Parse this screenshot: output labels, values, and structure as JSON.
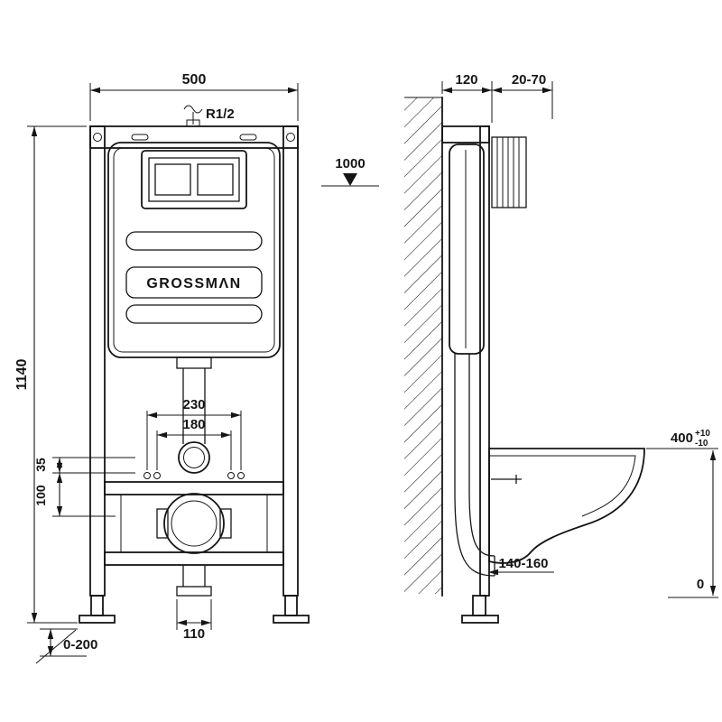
{
  "drawing": {
    "brand": "GROSSMΛN",
    "front": {
      "width": "500",
      "inlet": "R1/2",
      "height": "1140",
      "level": "1000",
      "bolt_outer": "230",
      "bolt_inner": "180",
      "offset_35": "35",
      "offset_100": "100",
      "outlet_width": "110",
      "feet_range": "0-200"
    },
    "side": {
      "depth": "120",
      "plate_range": "20-70",
      "bowl_height": "400",
      "tol_plus": "+10",
      "tol_minus": "-10",
      "outlet_height": "140-160",
      "floor": "0"
    }
  }
}
